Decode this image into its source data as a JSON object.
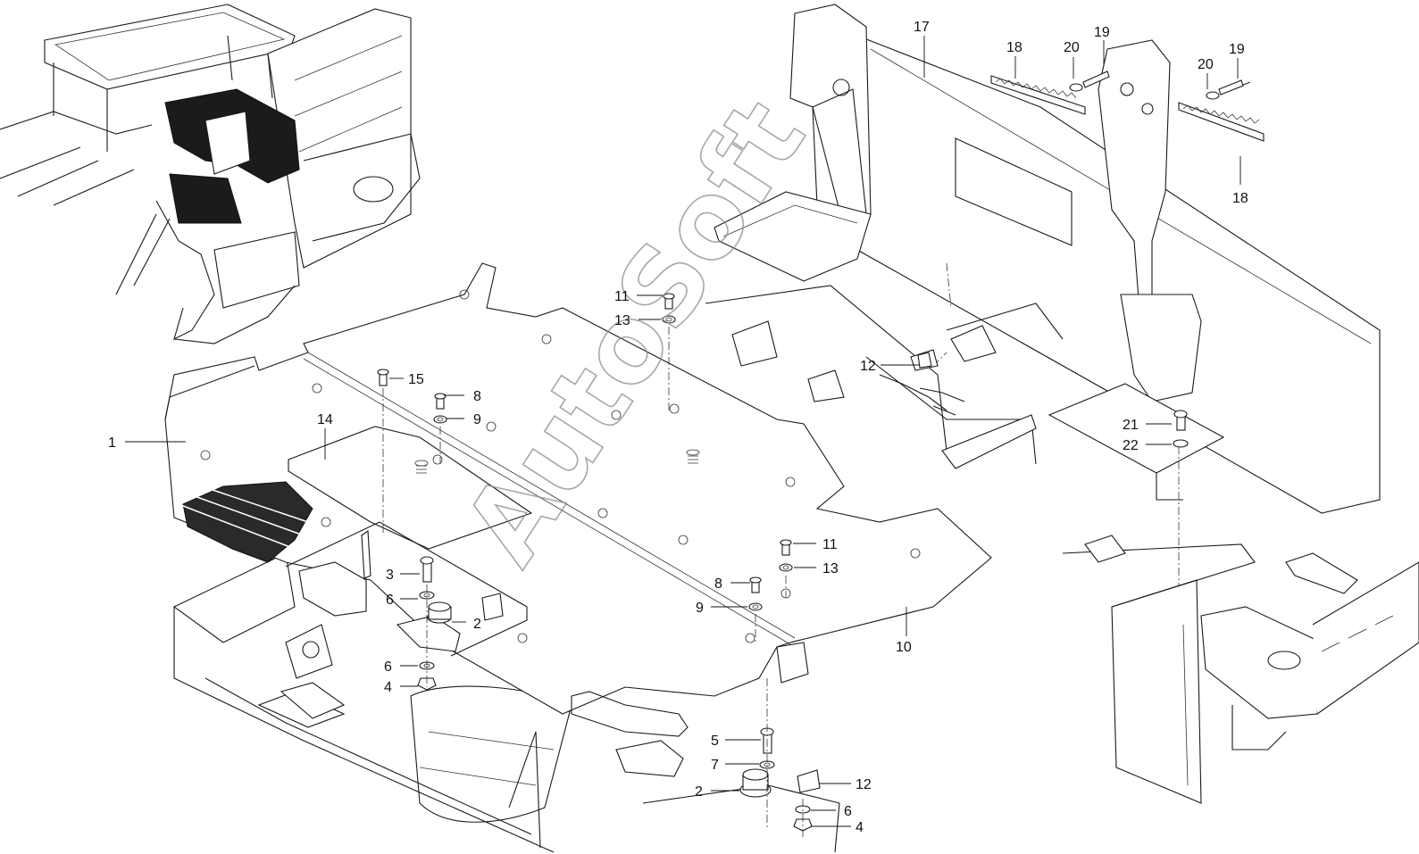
{
  "watermark": "AutoSoft",
  "callouts": {
    "c1": "1",
    "c2a": "2",
    "c2b": "2",
    "c3": "3",
    "c4a": "4",
    "c4b": "4",
    "c5": "5",
    "c6a": "6",
    "c6b": "6",
    "c6c": "6",
    "c7": "7",
    "c8a": "8",
    "c8b": "8",
    "c9a": "9",
    "c9b": "9",
    "c10": "10",
    "c11a": "11",
    "c11b": "11",
    "c12a": "12",
    "c12b": "12",
    "c13a": "13",
    "c13b": "13",
    "c14": "14",
    "c15": "15",
    "c17": "17",
    "c18a": "18",
    "c18b": "18",
    "c19a": "19",
    "c19b": "19",
    "c20a": "20",
    "c20b": "20",
    "c21": "21",
    "c22": "22"
  }
}
